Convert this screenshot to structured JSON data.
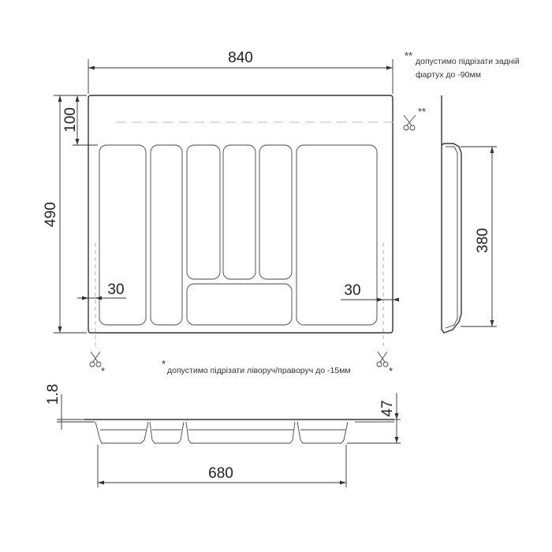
{
  "dimensions": {
    "width_840": "840",
    "depth_490": "490",
    "back_100": "100",
    "side_left_30": "30",
    "side_right_30": "30",
    "side_profile_380": "380",
    "thickness_1_8": "1.8",
    "height_47": "47",
    "bottom_width_680": "680"
  },
  "notes": {
    "back_cut_marker": "**",
    "back_cut_line1": "допустимо підрізати задній",
    "back_cut_line2": "фартух до -90мм",
    "side_cut_marker": "*",
    "side_cut_text": "допустимо підрізати ліворуч/праворуч до -15мм"
  },
  "symbols": {
    "scissors_back_marker": "**",
    "scissors_left_marker": "*",
    "scissors_right_marker": "*"
  },
  "colors": {
    "line": "#333333",
    "cut_line": "#bbbbbb"
  }
}
